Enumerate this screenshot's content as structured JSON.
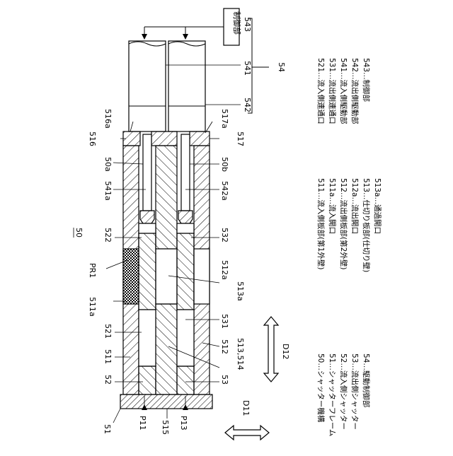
{
  "controller": {
    "label": "制御部"
  },
  "assembly_labels": {
    "n50": "50",
    "n51": "51",
    "n52": "52",
    "n53": "53",
    "n54": "54",
    "n511": "511",
    "n511a": "511a",
    "n512": "512",
    "n512a": "512a",
    "n513_514": "513,514",
    "n513a": "513a",
    "n515": "515",
    "n516": "516",
    "n516a": "516a",
    "n517": "517",
    "n517a": "517a",
    "n521": "521",
    "n522": "522",
    "n531": "531",
    "n532": "532",
    "n541": "541",
    "n541a": "541a",
    "n542": "542",
    "n542a": "542a",
    "n543": "543",
    "n50a": "50a",
    "n50b": "50b",
    "pr1": "PR1",
    "p11": "P11",
    "p13": "P13",
    "d11": "D11",
    "d12": "D12"
  },
  "legend_left": [
    "50…シャッター機構",
    "51…シャッターフレーム",
    "52…流入側シャッター",
    "53…流出側シャッター",
    "54…駆動制御部"
  ],
  "legend_middle": [
    "511…流入側板部(第1外壁)",
    "511a…流入開口",
    "512…流出側板部(第2外壁)",
    "512a…流出開口",
    "513…仕切り板部(仕切り壁)",
    "513a…通過開口"
  ],
  "legend_right": [
    "521…流入側連通口",
    "531…流出側連通口",
    "541…流入側駆動部",
    "542…流出側駆動部",
    "543…制御部"
  ]
}
